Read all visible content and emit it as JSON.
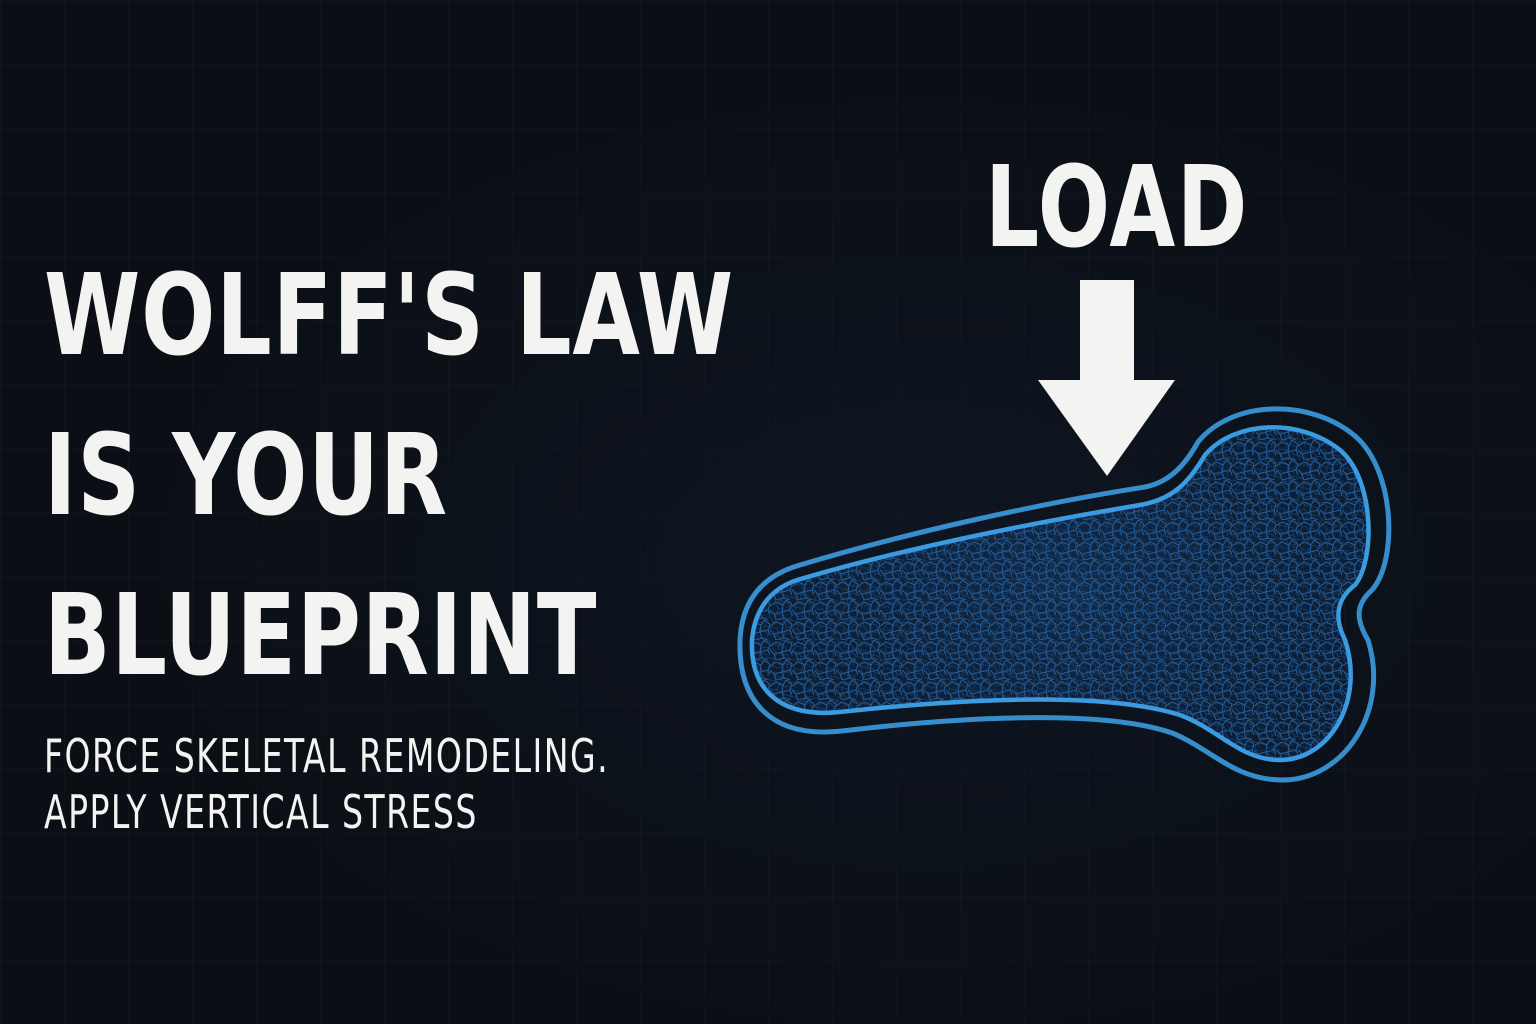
{
  "headline": {
    "line1": "WOLFF'S LAW",
    "line2": "IS YOUR",
    "line3": "BLUEPRINT"
  },
  "subheadline": {
    "line1": "FORCE SKELETAL REMODELING.",
    "line2": "APPLY VERTICAL STRESS"
  },
  "load_label": "LOAD",
  "icons": {
    "arrow": "down-arrow-icon",
    "bone": "bone-icon"
  },
  "colors": {
    "background": "#0b0f15",
    "text": "#f3f3f1",
    "bone_outline": "#3b9be0",
    "bone_fill": "#0e2440",
    "bone_texture": "#2b6fb8"
  }
}
